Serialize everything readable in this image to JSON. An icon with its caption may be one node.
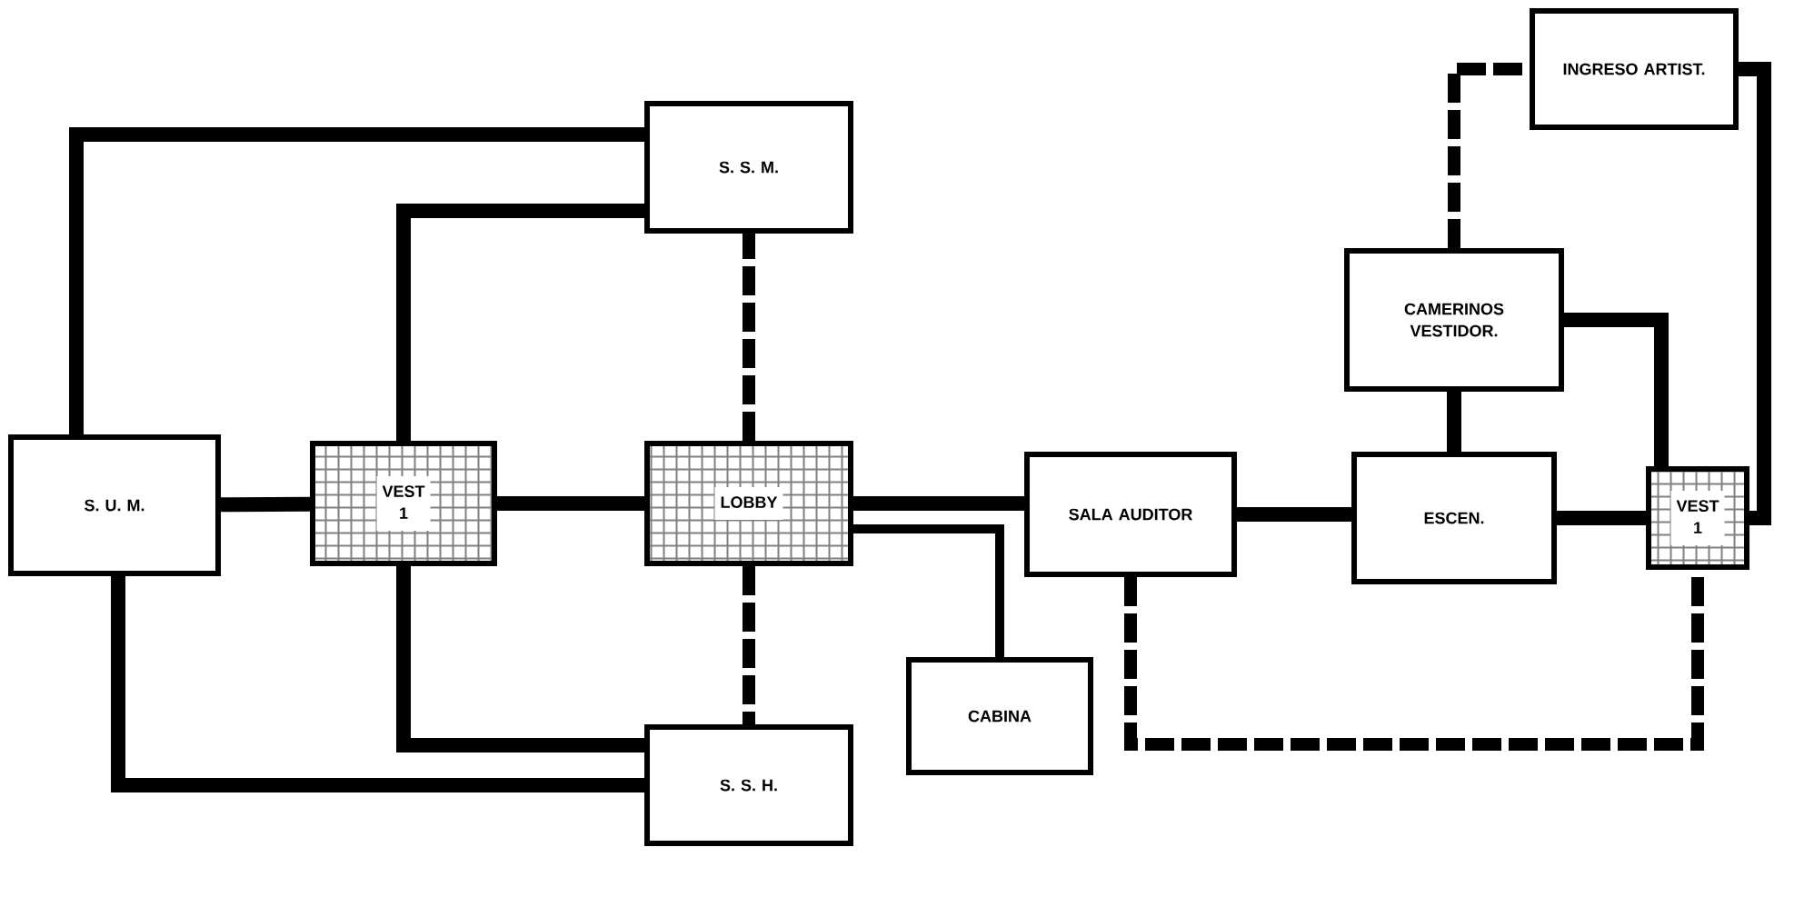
{
  "diagram": {
    "nodes": [
      {
        "text": [
          "S. U. M."
        ]
      },
      {
        "text": [
          "VEST",
          "1"
        ]
      },
      {
        "text": [
          "S. S. M."
        ]
      },
      {
        "text": [
          "LOBBY"
        ]
      },
      {
        "text": [
          "SALA AUDITOR"
        ]
      },
      {
        "text": [
          "CABINA"
        ]
      },
      {
        "text": [
          "ESCEN."
        ]
      },
      {
        "text": [
          "VEST",
          "1"
        ]
      },
      {
        "text": [
          "CAMERINOS VESTIDOR."
        ]
      },
      {
        "text": [
          "INGRESO ARTIST."
        ]
      },
      {
        "text": [
          "S. S. H."
        ]
      }
    ],
    "edges": [
      {
        "from": 0,
        "to": 2,
        "arrow": "none"
      },
      {
        "from": 0,
        "to": 10,
        "arrow": "none"
      },
      {
        "from": 0,
        "to": 1,
        "arrow": "none"
      },
      {
        "from": 1,
        "to": 2,
        "arrow": "none"
      },
      {
        "from": 1,
        "to": 10,
        "arrow": "none"
      },
      {
        "from": 1,
        "to": 3,
        "arrow": "none"
      },
      {
        "from": 3,
        "to": 2,
        "arrow": "none",
        "style": "dashed"
      },
      {
        "from": 3,
        "to": 10,
        "arrow": "none",
        "style": "dashed"
      },
      {
        "from": 3,
        "to": 4,
        "arrow": "none"
      },
      {
        "from": 3,
        "to": 5,
        "arrow": "none"
      },
      {
        "from": 4,
        "to": 6,
        "arrow": "none"
      },
      {
        "from": 4,
        "to": 7,
        "arrow": "none",
        "style": "dashed"
      },
      {
        "from": 6,
        "to": 7,
        "arrow": "none"
      },
      {
        "from": 8,
        "to": 6,
        "arrow": "none"
      },
      {
        "from": 8,
        "to": 7,
        "arrow": "none"
      },
      {
        "from": 8,
        "to": 9,
        "arrow": "none",
        "style": "dashed"
      },
      {
        "from": 9,
        "to": 7,
        "arrow": "none"
      }
    ]
  }
}
